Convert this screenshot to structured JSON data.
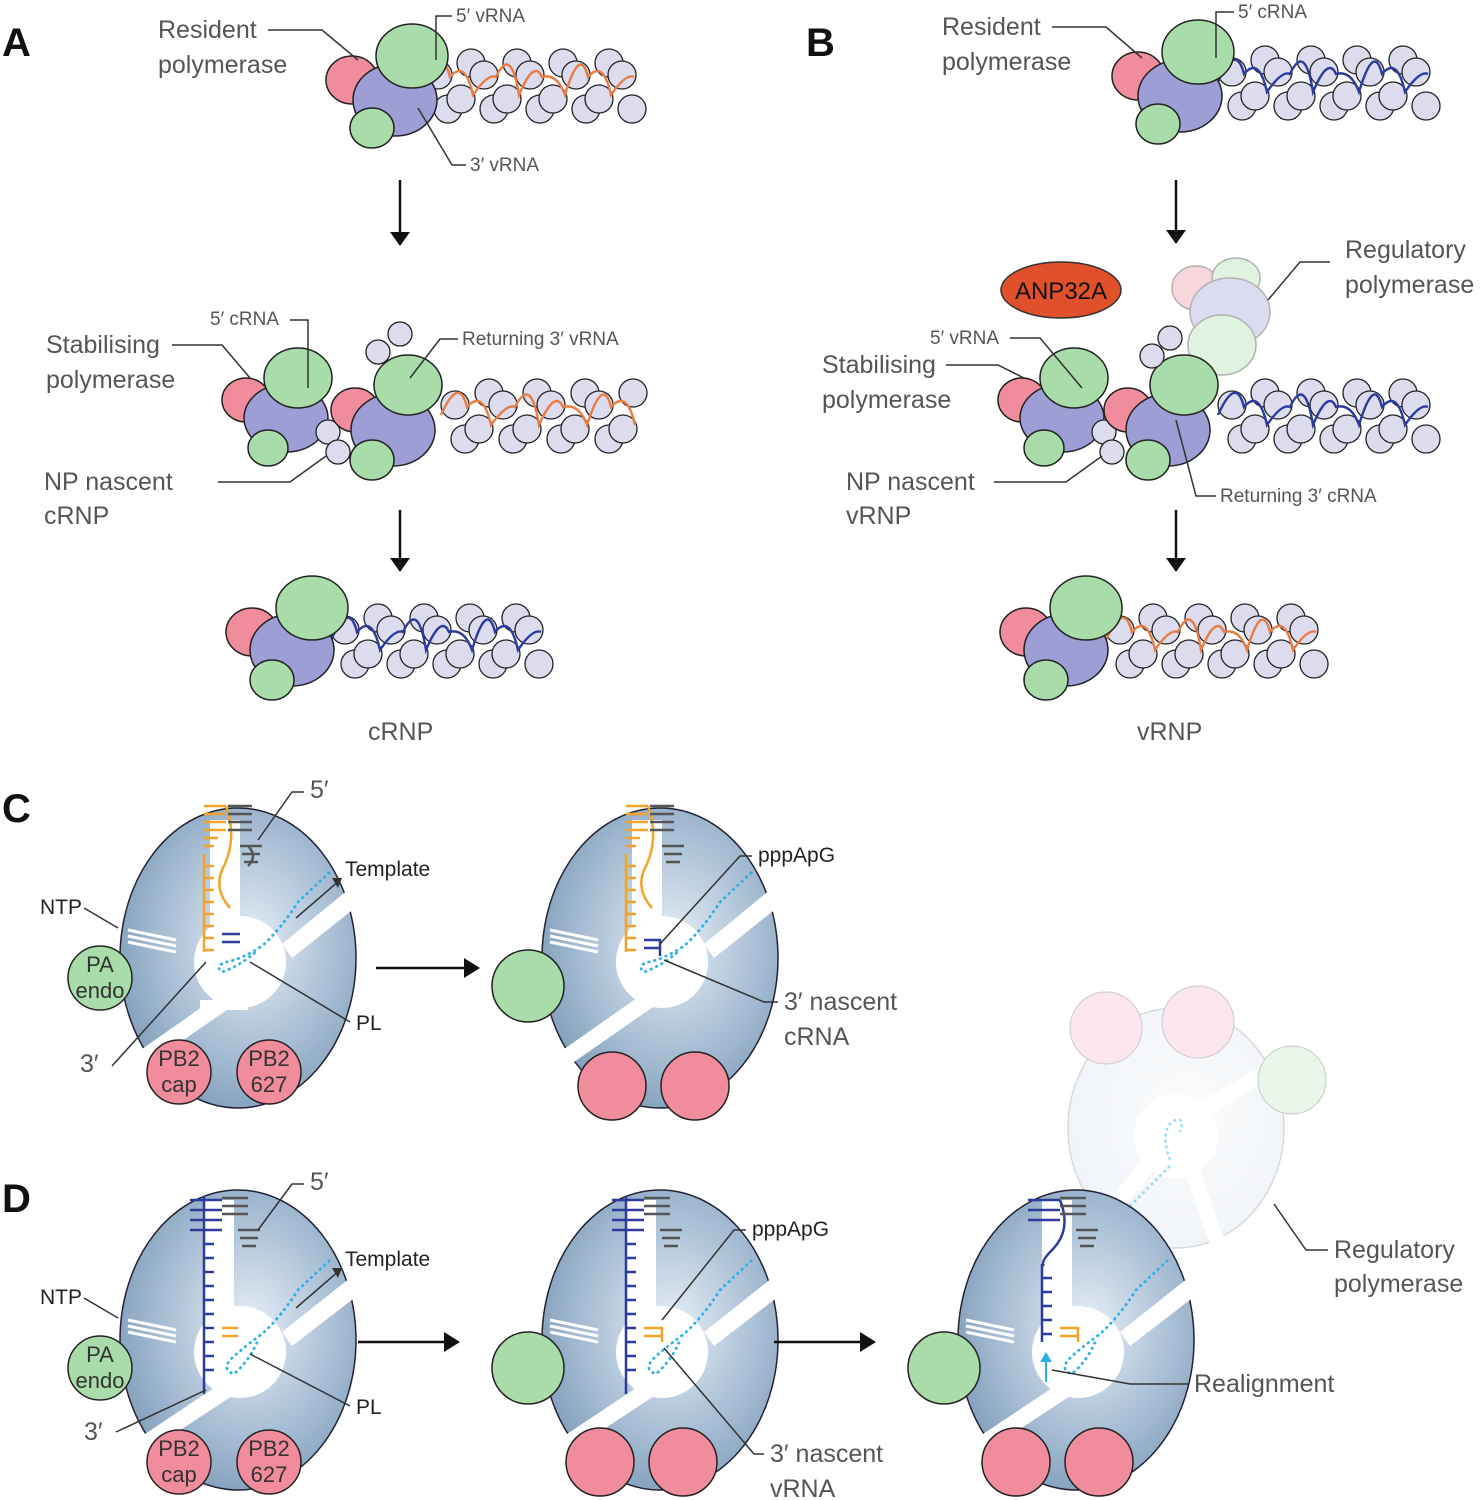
{
  "panels": {
    "a": {
      "letter": "A"
    },
    "b": {
      "letter": "B"
    },
    "c": {
      "letter": "C"
    },
    "d": {
      "letter": "D"
    }
  },
  "panel_a": {
    "resident_polymerase_line1": "Resident",
    "resident_polymerase_line2": "polymerase",
    "five_prime_vrna": "5′ vRNA",
    "three_prime_vrna": "3′ vRNA",
    "five_prime_crna": "5′ cRNA",
    "returning_3_vrna": "Returning 3′ vRNA",
    "stabilising_line1": "Stabilising",
    "stabilising_line2": "polymerase",
    "np_nascent_line1": "NP nascent",
    "np_nascent_line2": "cRNP",
    "product": "cRNP"
  },
  "panel_b": {
    "resident_polymerase_line1": "Resident",
    "resident_polymerase_line2": "polymerase",
    "five_prime_crna": "5′ cRNA",
    "anp32a": "ANP32A",
    "regulatory_line1": "Regulatory",
    "regulatory_line2": "polymerase",
    "five_prime_vrna": "5′ vRNA",
    "stabilising_line1": "Stabilising",
    "stabilising_line2": "polymerase",
    "np_nascent_line1": "NP nascent",
    "np_nascent_line2": "vRNP",
    "returning_3_crna": "Returning 3′ cRNA",
    "product": "vRNP"
  },
  "panel_c": {
    "five_prime": "5′",
    "template": "Template",
    "ntp": "NTP",
    "pa_line1": "PA",
    "pa_line2": "endo",
    "three_prime": "3′",
    "pl": "PL",
    "pb2cap_line1": "PB2",
    "pb2cap_line2": "cap",
    "pb2627_line1": "PB2",
    "pb2627_line2": "627",
    "pppapg": "pppApG",
    "nascent_line1": "3′ nascent",
    "nascent_line2": "cRNA"
  },
  "panel_d": {
    "five_prime": "5′",
    "template": "Template",
    "ntp": "NTP",
    "pa_line1": "PA",
    "pa_line2": "endo",
    "three_prime": "3′",
    "pl": "PL",
    "pb2cap_line1": "PB2",
    "pb2cap_line2": "cap",
    "pb2627_line1": "PB2",
    "pb2627_line2": "627",
    "pppapg": "pppApG",
    "nascent_line1": "3′ nascent",
    "nascent_line2": "vRNA",
    "realignment": "Realignment",
    "regulatory_line1": "Regulatory",
    "regulatory_line2": "polymerase"
  },
  "colors": {
    "vrna": "#e77c44",
    "crna": "#2b3b9e",
    "anp32a": "#e0502a",
    "pb1": "#9e9ed6",
    "pb2": "#f08c9c",
    "pa": "#a8dca8",
    "np": "#dcdcee",
    "template_cyan": "#2ab0e6",
    "primer_orange": "#f2a428"
  }
}
